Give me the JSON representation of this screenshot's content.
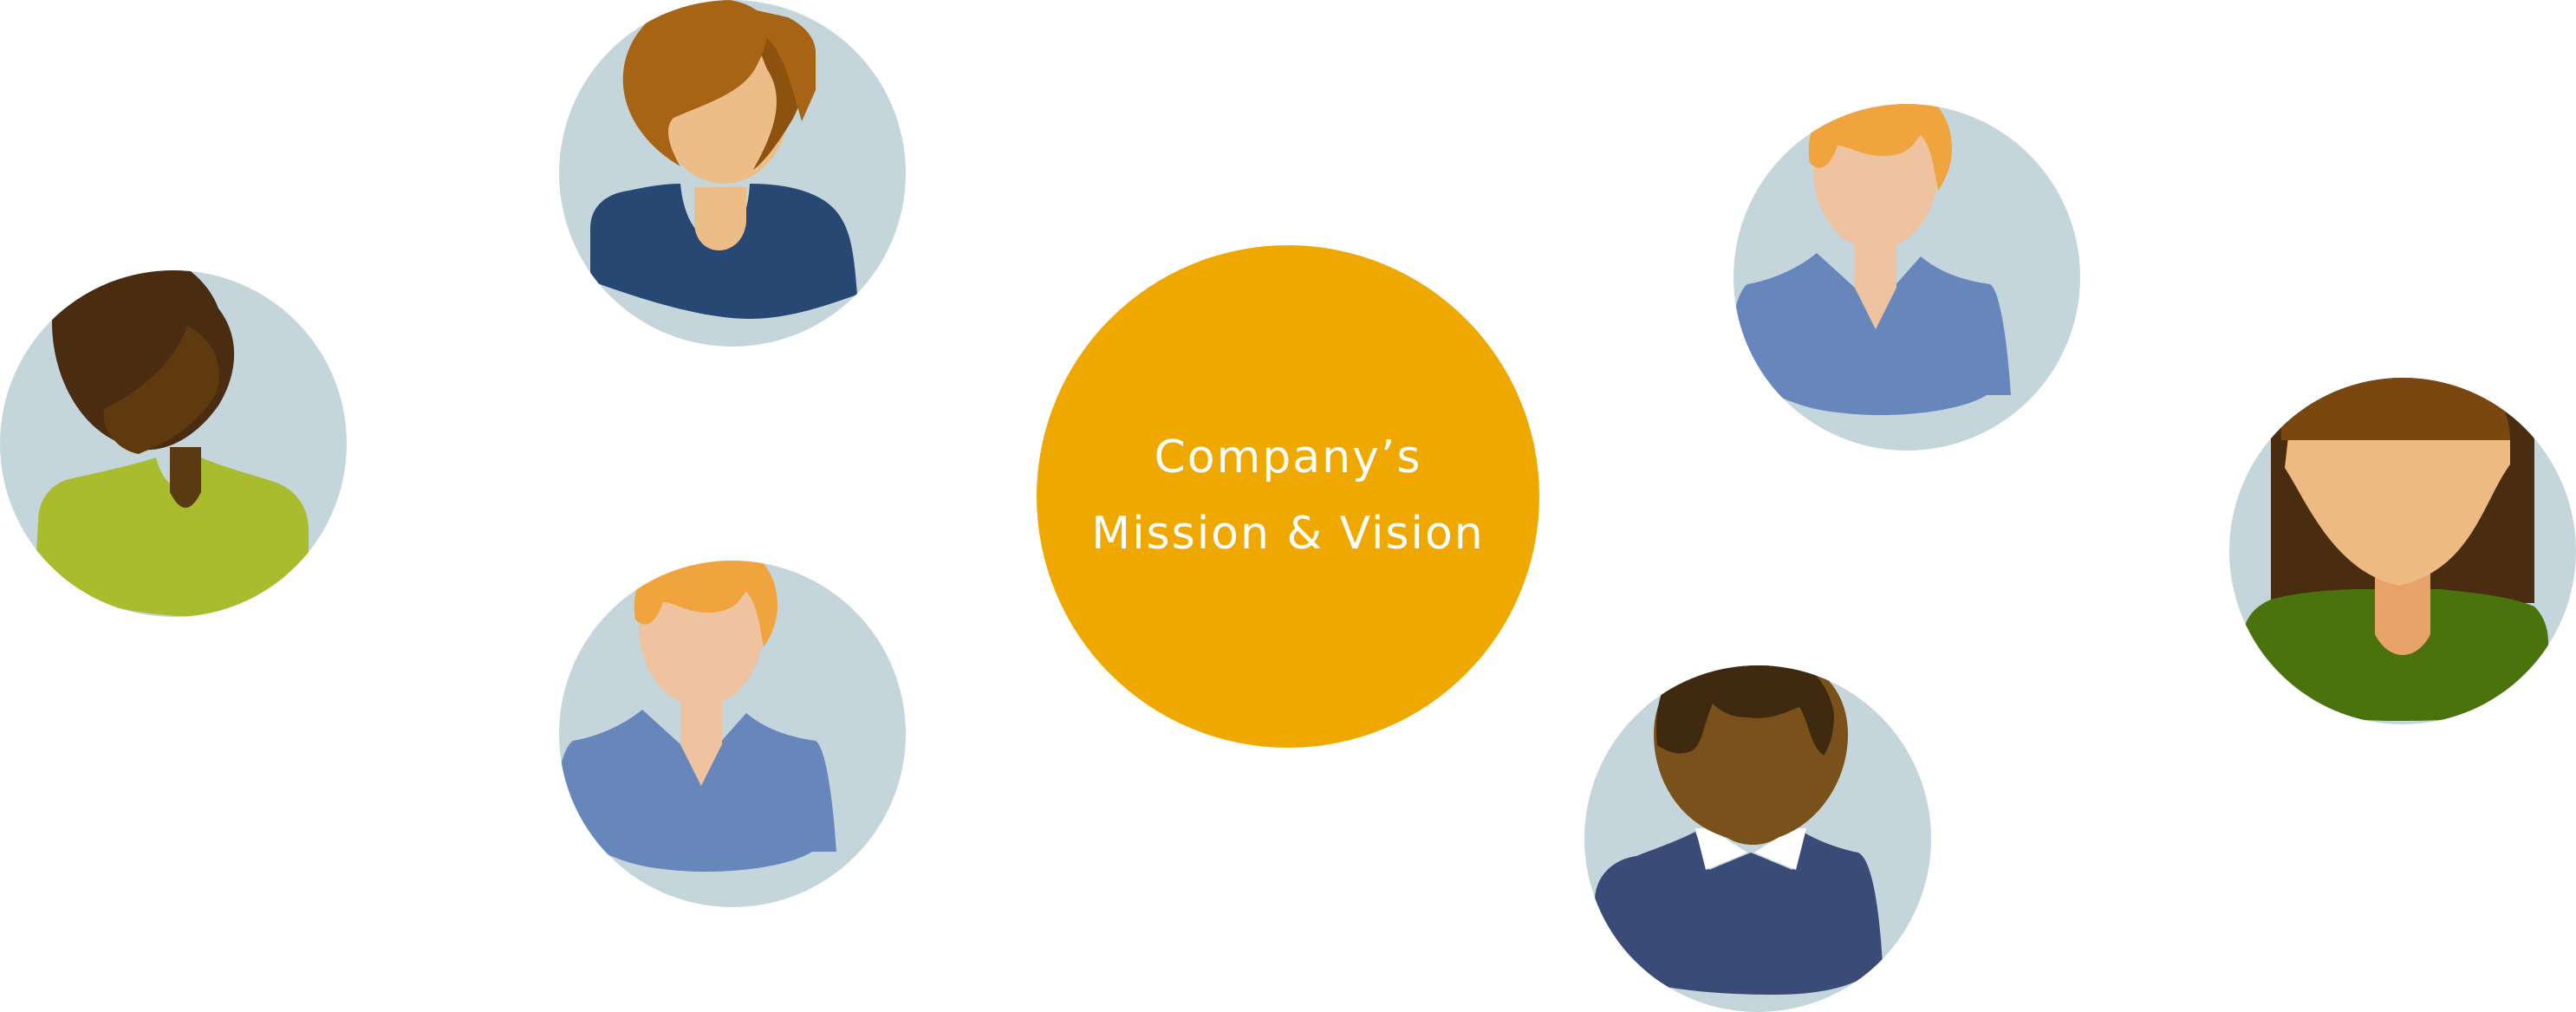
{
  "center": {
    "line1": "Company’s",
    "line2": "Mission & Vision",
    "color": "#EEA800"
  },
  "colors": {
    "avatar_bg": "#C5D5DC",
    "background": "#FFFFFF"
  },
  "avatars": [
    {
      "id": "avatar-1",
      "figure": "woman-short-hair",
      "hair": "#4A2C10",
      "hair_shade": "#5E3A0E",
      "skin": "#5B3A12",
      "shirt": "#A9BC2D"
    },
    {
      "id": "avatar-2",
      "figure": "woman-wavy-hair",
      "hair": "#A66414",
      "hair_shade": "#8E520F",
      "skin": "#EDBD88",
      "shirt": "#274872"
    },
    {
      "id": "avatar-3",
      "figure": "man-blond",
      "hair": "#F0A43E",
      "skin": "#EFC3A0",
      "shirt": "#6786BB"
    },
    {
      "id": "avatar-4",
      "figure": "man-blond",
      "hair": "#F0A43E",
      "skin": "#EFC3A0",
      "shirt": "#6786BB"
    },
    {
      "id": "avatar-5",
      "figure": "man-dark-skin",
      "hair": "#3F2A10",
      "skin": "#7B511B",
      "shirt": "#3A4B78"
    },
    {
      "id": "avatar-6",
      "figure": "woman-long-hair",
      "hair": "#4A2C10",
      "hair_shade": "#7A4710",
      "skin": "#EDBA84",
      "shirt": "#4A730E"
    }
  ]
}
